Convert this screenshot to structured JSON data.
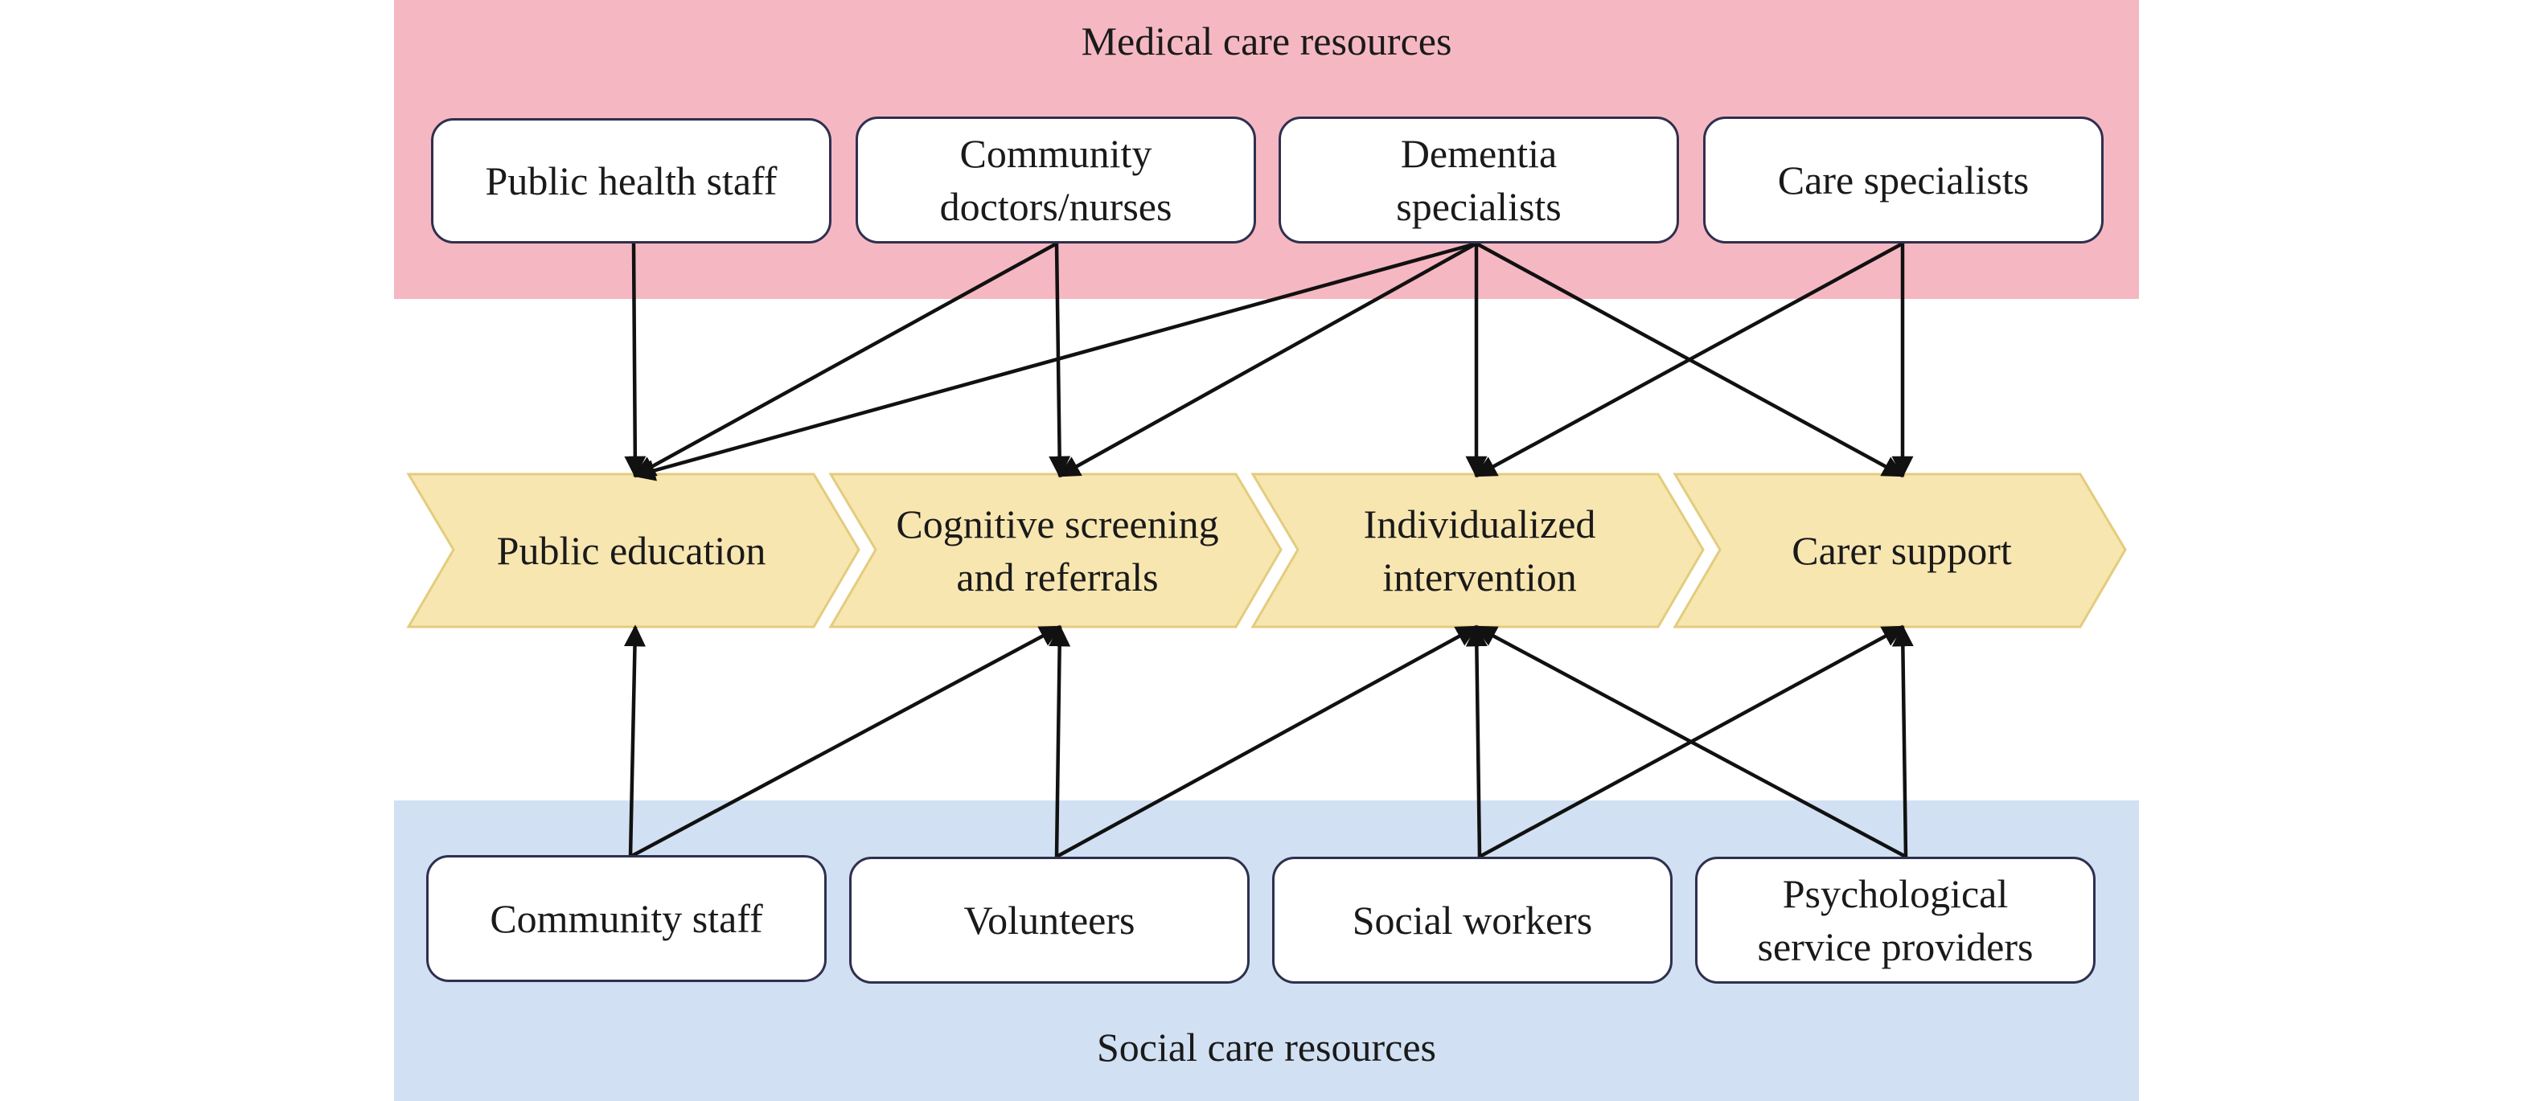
{
  "colors": {
    "medical_band": "#f5b8c2",
    "social_band": "#d1e0f2",
    "stage_fill": "#f8e6b1",
    "stage_stroke": "#e3cc7d",
    "arrow": "#111111",
    "box_border": "#2f2f4f"
  },
  "bands": {
    "medical": {
      "label": "Medical care resources"
    },
    "social": {
      "label": "Social care resources"
    }
  },
  "medical_resources": [
    {
      "label": "Public health staff"
    },
    {
      "label": "Community\ndoctors/nurses"
    },
    {
      "label": "Dementia\nspecialists"
    },
    {
      "label": "Care specialists"
    }
  ],
  "stages": [
    {
      "label": "Public education"
    },
    {
      "label": "Cognitive screening\nand referrals"
    },
    {
      "label": "Individualized\nintervention"
    },
    {
      "label": "Carer support"
    }
  ],
  "social_resources": [
    {
      "label": "Community staff"
    },
    {
      "label": "Volunteers"
    },
    {
      "label": "Social workers"
    },
    {
      "label": "Psychological\nservice providers"
    }
  ],
  "medical_links": [
    {
      "from": 0,
      "to": 0
    },
    {
      "from": 1,
      "to": 0
    },
    {
      "from": 1,
      "to": 1
    },
    {
      "from": 2,
      "to": 0
    },
    {
      "from": 2,
      "to": 1
    },
    {
      "from": 2,
      "to": 2
    },
    {
      "from": 2,
      "to": 3
    },
    {
      "from": 3,
      "to": 2
    },
    {
      "from": 3,
      "to": 3
    }
  ],
  "social_links": [
    {
      "from": 0,
      "to": 0
    },
    {
      "from": 0,
      "to": 1
    },
    {
      "from": 1,
      "to": 1
    },
    {
      "from": 1,
      "to": 2
    },
    {
      "from": 2,
      "to": 2
    },
    {
      "from": 2,
      "to": 3
    },
    {
      "from": 3,
      "to": 2
    },
    {
      "from": 3,
      "to": 3
    }
  ]
}
